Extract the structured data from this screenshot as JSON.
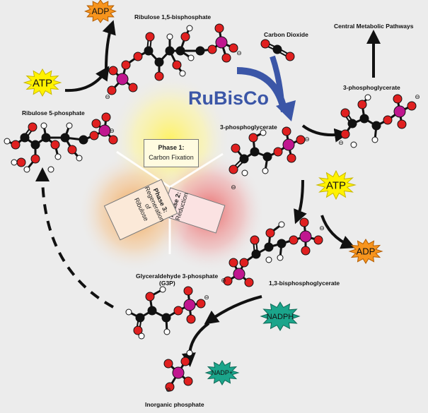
{
  "labels": {
    "ribulose_15_bisphosphate": "Ribulose 1,5-bisphosphate",
    "carbon_dioxide": "Carbon Dioxide",
    "central_metabolic": "Central Metabolic Pathways",
    "three_pg_right": "3-phosphoglycerate",
    "three_pg_center": "3-phosphoglycerate",
    "ribulose_5_phosphate": "Ribulose 5-phosphate",
    "bisphosphoglycerate": "1,3-bisphosphoglycerate",
    "g3p_line1": "Glyceraldehyde 3-phosphate",
    "g3p_line2": "(G3P)",
    "inorganic_phosphate": "Inorganic phosphate"
  },
  "enzyme": "RuBisCo",
  "phases": {
    "phase1": {
      "title": "Phase 1:",
      "subtitle": "Carbon Fixation"
    },
    "phase2": {
      "title": "Phase 2:",
      "subtitle": "Reduction"
    },
    "phase3": {
      "title": "Phase 3:",
      "subtitle_l1": "Regeneration of",
      "subtitle_l2": "Ribulose"
    }
  },
  "bursts": {
    "adp_top": "ADP",
    "atp_left": "ATP",
    "atp_right": "ATP",
    "adp_right": "ADP",
    "nadph": "NADPH",
    "nadp": "NADP+"
  },
  "charge_symbol": "⊖",
  "colors": {
    "background": "#ececec",
    "carbon": "#111111",
    "oxygen": "#e02020",
    "phosphorus": "#c0168f",
    "hydrogen": "#ffffff",
    "rubisco": "#3b56a7",
    "atp": "#fff200",
    "adp": "#f7941d",
    "nadph": "#1ba58b",
    "phase1": "#fff66a",
    "phase2": "#f08a8a",
    "phase3": "#f7b56b"
  }
}
